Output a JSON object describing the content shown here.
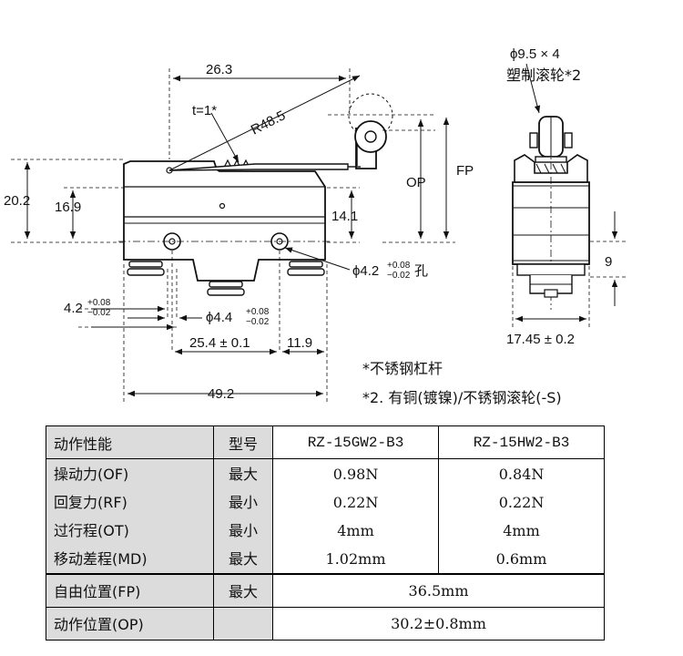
{
  "drawing": {
    "dims": {
      "d26_3": "26.3",
      "t1": "t=1*",
      "r48_5": "R48.5",
      "d20_2": "20.2",
      "d16_9": "16.9",
      "d14_1": "14.1",
      "d4_2_base": "4.2",
      "tol_p008": "+0.08",
      "tol_m002": "−0.02",
      "phi4_2": "ϕ4.2",
      "hole": "孔",
      "phi4_4": "ϕ4.4",
      "d25_4": "25.4 ± 0.1",
      "d11_9": "11.9",
      "d49_2": "49.2",
      "op": "OP",
      "fp": "FP",
      "roller_size": "ϕ9.5 × 4",
      "roller_note": "塑制滚轮*2",
      "d9": "9",
      "d17_45": "17.45 ± 0.2"
    },
    "notes": {
      "note1": "*不锈钢杠杆",
      "note2": "*2. 有铜(镀镍)/不锈钢滚轮(-S)"
    }
  },
  "table": {
    "header": {
      "label": "动作性能",
      "limit": "型号",
      "col1": "RZ-15GW2-B3",
      "col2": "RZ-15HW2-B3"
    },
    "rows": [
      {
        "label": "操动力(OF)",
        "limit": "最大",
        "v1": "0.98N",
        "v2": "0.84N"
      },
      {
        "label": "回复力(RF)",
        "limit": "最小",
        "v1": "0.22N",
        "v2": "0.22N"
      },
      {
        "label": "过行程(OT)",
        "limit": "最小",
        "v1": "4mm",
        "v2": "4mm"
      },
      {
        "label": "移动差程(MD)",
        "limit": "最大",
        "v1": "1.02mm",
        "v2": "0.6mm"
      }
    ],
    "fp": {
      "label": "自由位置(FP)",
      "limit": "最大",
      "value": "36.5mm"
    },
    "op": {
      "label": "动作位置(OP)",
      "limit": "",
      "value": "30.2±0.8mm"
    }
  }
}
